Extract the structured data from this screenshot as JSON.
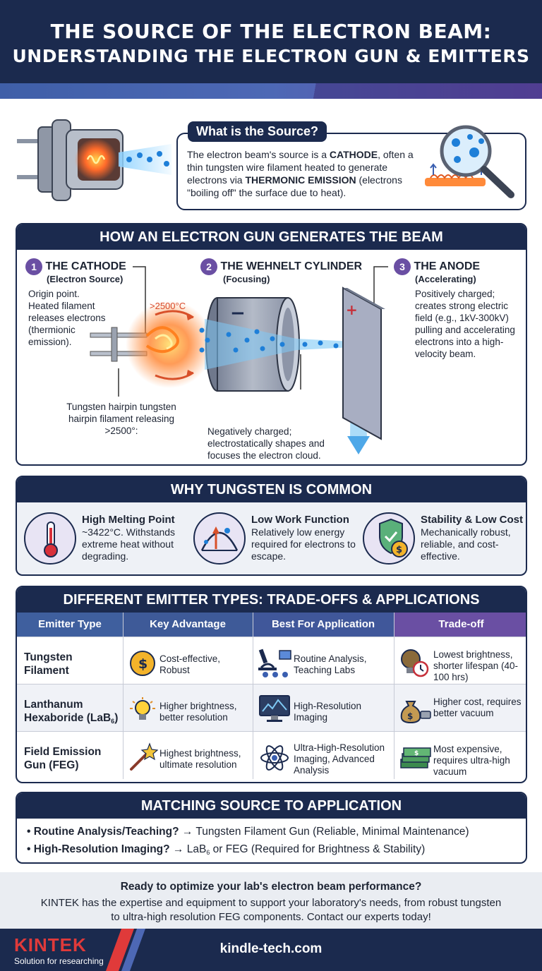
{
  "header": {
    "title_line1": "THE SOURCE OF THE ELECTRON BEAM:",
    "title_line2": "UNDERSTANDING THE ELECTRON GUN & EMITTERS"
  },
  "intro": {
    "tag": "What is the Source?",
    "text_a": "The electron beam's source is a ",
    "text_b": "CATHODE",
    "text_c": ", often a thin tungsten wire filament heated to generate electrons via ",
    "text_d": "THERMONIC EMISSION",
    "text_e": " (electrons \"boiling off\" the surface due to heat)."
  },
  "gun": {
    "heading": "HOW AN ELECTRON GUN GENERATES THE BEAM",
    "step1": {
      "num": "1",
      "title": "THE CATHODE",
      "sub": "(Electron Source)",
      "desc": "Origin point. Heated filament releases electrons (thermionic emission)."
    },
    "step2": {
      "num": "2",
      "title": "THE WEHNELT CYLINDER",
      "sub": "(Focusing)",
      "desc": "Negatively charged; electrostatically shapes and focuses the electron cloud."
    },
    "step3": {
      "num": "3",
      "title": "THE ANODE",
      "sub": "(Accelerating)",
      "desc": "Positively charged; creates strong electric field (e.g., 1kV-300kV) pulling and accelerating electrons into a high-velocity beam."
    },
    "temp_label": ">2500°C",
    "filament_caption": "Tungsten hairpin tungsten hairpin filament releasing >2500°:",
    "minus": "−",
    "plus": "+"
  },
  "tungsten": {
    "heading": "WHY TUNGSTEN IS COMMON",
    "items": [
      {
        "title": "High Melting Point",
        "desc": "~3422°C. Withstands extreme heat without degrading.",
        "icon": "thermometer-icon"
      },
      {
        "title": "Low Work Function",
        "desc": "Relatively low energy required for electrons to escape.",
        "icon": "energy-curve-icon"
      },
      {
        "title": "Stability & Low Cost",
        "desc": "Mechanically robust, reliable, and cost-effective.",
        "icon": "shield-coin-icon"
      }
    ]
  },
  "emitters": {
    "heading": "DIFFERENT EMITTER TYPES: TRADE-OFFS & APPLICATIONS",
    "columns": [
      "Emitter Type",
      "Key Advantage",
      "Best For Application",
      "Trade-off"
    ],
    "column_colors": [
      "#3f5f9e",
      "#3e5a98",
      "#40579a",
      "#6a4fa3"
    ],
    "rows": [
      {
        "type_l1": "Tungsten",
        "type_l2": "Filament",
        "advantage": "Cost-effective, Robust",
        "application": "Routine Analysis, Teaching Labs",
        "tradeoff": "Lowest brightness, shorter lifespan (40-100 hrs)"
      },
      {
        "type_l1": "Lanthanum",
        "type_l2": "Hexaboride (LaB",
        "type_sub": "6",
        "type_l2_end": ")",
        "advantage": "Higher brightness, better resolution",
        "application": "High-Resolution Imaging",
        "tradeoff": "Higher cost, requires better vacuum"
      },
      {
        "type_l1": "Field Emission",
        "type_l2": "Gun (FEG)",
        "advantage": "Highest brightness, ultimate resolution",
        "application": "Ultra-High-Resolution Imaging, Advanced Analysis",
        "tradeoff": "Most expensive, requires ultra-high vacuum"
      }
    ]
  },
  "matching": {
    "heading": "MATCHING SOURCE TO APPLICATION",
    "line1_q": "• Routine Analysis/Teaching?",
    "line1_a": " → Tungsten Filament Gun (Reliable, Minimal Maintenance)",
    "line2_q": "• High-Resolution Imaging?",
    "line2_a1": " → LaB",
    "line2_sub": "6",
    "line2_a2": " or FEG (Required for Brightness & Stability)"
  },
  "cta": {
    "title": "Ready to optimize your lab's electron beam performance?",
    "body_l1": "KINTEK has the expertise and equipment to support your laboratory's needs, from robust tungsten",
    "body_l2": "to ultra-high resolution FEG components. Contact our experts today!"
  },
  "footer": {
    "brand": "KINTEK",
    "tagline": "Solution for researching",
    "site": "kindle-tech.com"
  }
}
